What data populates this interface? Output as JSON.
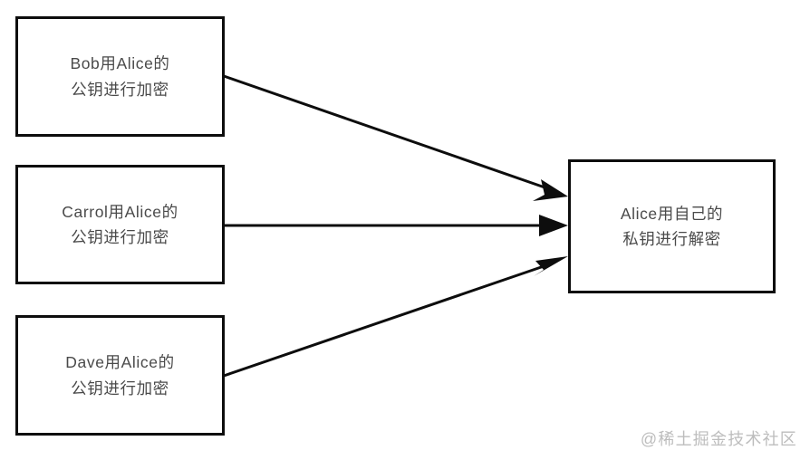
{
  "diagram": {
    "title": "",
    "background_color": "#ffffff",
    "border_color": "#0d0d0d",
    "text_color": "#4a4a4a",
    "nodes": [
      {
        "id": "bob",
        "lines": [
          "Bob用Alice的",
          "公钥进行加密"
        ],
        "line1": "Bob用Alice的",
        "line2": "公钥进行加密"
      },
      {
        "id": "carrol",
        "lines": [
          "Carrol用Alice的",
          "公钥进行加密"
        ],
        "line1": "Carrol用Alice的",
        "line2": "公钥进行加密"
      },
      {
        "id": "dave",
        "lines": [
          "Dave用Alice的",
          "公钥进行加密"
        ],
        "line1": "Dave用Alice的",
        "line2": "公钥进行加密"
      },
      {
        "id": "alice",
        "lines": [
          "Alice用自己的",
          "私钥进行解密"
        ],
        "line1": "Alice用自己的",
        "line2": "私钥进行解密"
      }
    ],
    "edges": [
      {
        "id": "bob-to-alice",
        "from": "bob",
        "to": "alice",
        "label": ""
      },
      {
        "id": "carrol-to-alice",
        "from": "carrol",
        "to": "alice",
        "label": ""
      },
      {
        "id": "dave-to-alice",
        "from": "dave",
        "to": "alice",
        "label": ""
      }
    ]
  },
  "watermark": {
    "text": "@稀土掘金技术社区",
    "color": "#bdbdbd"
  }
}
